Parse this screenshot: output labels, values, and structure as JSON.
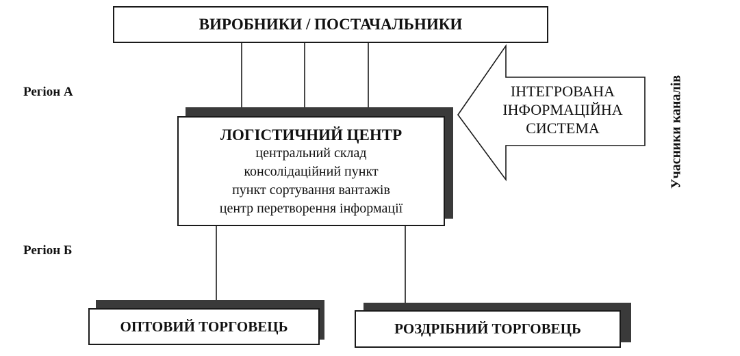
{
  "suppliers": {
    "label": "ВИРОБНИКИ / ПОСТАЧАЛЬНИКИ"
  },
  "region_a": {
    "label": "Регіон А"
  },
  "region_b": {
    "label": "Регіон Б"
  },
  "logistics_center": {
    "title": "ЛОГІСТИЧНИЙ ЦЕНТР",
    "lines": [
      "центральний склад",
      "консолідаційний пункт",
      "пункт сортування вантажів",
      "центр перетворення інформації"
    ]
  },
  "info_system": {
    "lines": [
      "ІНТЕГРОВАНА",
      "ІНФОРМАЦІЙНА",
      "СИСТЕМА"
    ]
  },
  "channel_participants": {
    "label": "Учасники каналів"
  },
  "wholesaler": {
    "label": "ОПТОВИЙ ТОРГОВЕЦЬ"
  },
  "retailer": {
    "label": "РОЗДРІБНИЙ ТОРГОВЕЦЬ"
  }
}
